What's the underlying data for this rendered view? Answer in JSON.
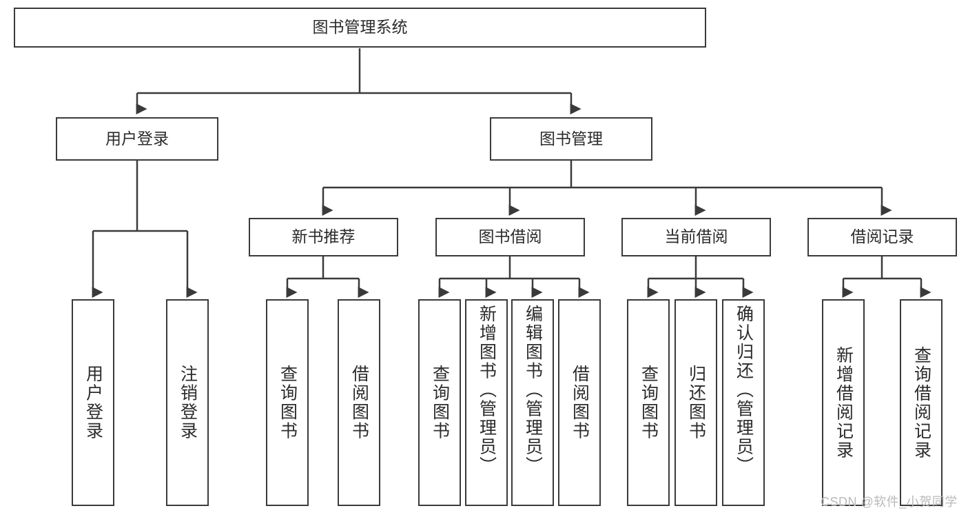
{
  "diagram": {
    "type": "tree",
    "title": "图书管理系统",
    "orientation": "top-down",
    "nodes": {
      "root": {
        "label": "图书管理系统"
      },
      "user_login": {
        "label": "用户登录"
      },
      "book_manage": {
        "label": "图书管理"
      },
      "new_book_rec": {
        "label": "新书推荐"
      },
      "book_borrow": {
        "label": "图书借阅"
      },
      "current_borrow": {
        "label": "当前借阅"
      },
      "borrow_record": {
        "label": "借阅记录"
      },
      "leaf_user_login": {
        "label": "用户登录"
      },
      "leaf_user_logout": {
        "label": "注销登录"
      },
      "leaf_query_book_1": {
        "label": "查询图书"
      },
      "leaf_borrow_book_1": {
        "label": "借阅图书"
      },
      "leaf_query_book_2": {
        "label": "查询图书"
      },
      "leaf_add_book": {
        "label": "新增图书（管理员）"
      },
      "leaf_edit_book": {
        "label": "编辑图书（管理员）"
      },
      "leaf_borrow_book_2": {
        "label": "借阅图书"
      },
      "leaf_query_book_3": {
        "label": "查询图书"
      },
      "leaf_return_book": {
        "label": "归还图书"
      },
      "leaf_confirm_return": {
        "label": "确认归还（管理员）"
      },
      "leaf_add_record": {
        "label": "新增借阅记录"
      },
      "leaf_query_record": {
        "label": "查询借阅记录"
      }
    },
    "edges": [
      {
        "from": "root",
        "to": "user_login"
      },
      {
        "from": "root",
        "to": "book_manage"
      },
      {
        "from": "user_login",
        "to": "leaf_user_login"
      },
      {
        "from": "user_login",
        "to": "leaf_user_logout"
      },
      {
        "from": "book_manage",
        "to": "new_book_rec"
      },
      {
        "from": "book_manage",
        "to": "book_borrow"
      },
      {
        "from": "book_manage",
        "to": "current_borrow"
      },
      {
        "from": "book_manage",
        "to": "borrow_record"
      },
      {
        "from": "new_book_rec",
        "to": "leaf_query_book_1"
      },
      {
        "from": "new_book_rec",
        "to": "leaf_borrow_book_1"
      },
      {
        "from": "book_borrow",
        "to": "leaf_query_book_2"
      },
      {
        "from": "book_borrow",
        "to": "leaf_add_book"
      },
      {
        "from": "book_borrow",
        "to": "leaf_edit_book"
      },
      {
        "from": "book_borrow",
        "to": "leaf_borrow_book_2"
      },
      {
        "from": "current_borrow",
        "to": "leaf_query_book_3"
      },
      {
        "from": "current_borrow",
        "to": "leaf_return_book"
      },
      {
        "from": "current_borrow",
        "to": "leaf_confirm_return"
      },
      {
        "from": "borrow_record",
        "to": "leaf_add_record"
      },
      {
        "from": "borrow_record",
        "to": "leaf_query_record"
      }
    ],
    "colors": {
      "stroke": "#3a3a3a",
      "fill": "#ffffff",
      "text": "#2b2b2b",
      "watermark": "#b9b9b9"
    }
  },
  "watermark": {
    "text": "CSDN @软件_小贺同学"
  }
}
